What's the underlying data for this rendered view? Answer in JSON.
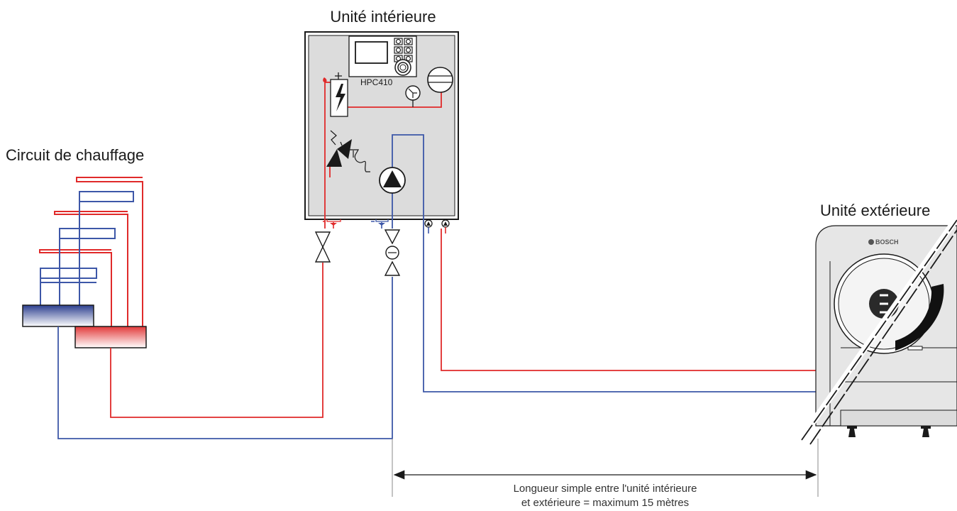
{
  "labels": {
    "indoor_unit": "Unité intérieure",
    "heating_circuit": "Circuit de chauffage",
    "outdoor_unit": "Unité extérieure",
    "controller_model": "HPC410",
    "brand": "BOSCH",
    "distance_line1": "Longueur simple entre l'unité intérieure",
    "distance_line2": "et extérieure = maximum 15 mètres"
  },
  "colors": {
    "supply_pipe": "#e02a2a",
    "return_pipe": "#3d57a8",
    "unit_panel": "#dcdcdc",
    "outline": "#1a1a1a"
  }
}
